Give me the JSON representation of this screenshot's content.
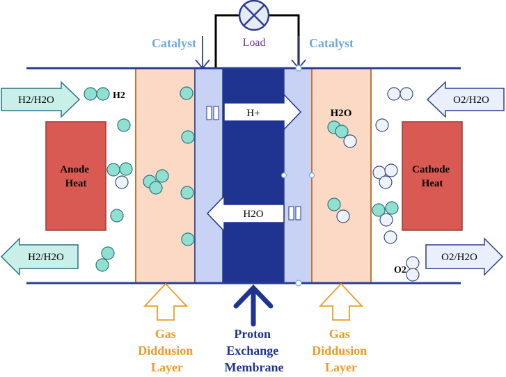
{
  "colors": {
    "rail": "#2b3d91",
    "gdl_fill": "#fbd9c4",
    "gdl_stroke": "#c0763a",
    "catalyst_fill": "#c7d2f5",
    "membrane_fill": "#1f3391",
    "heat_fill": "#d95a52",
    "heat_stroke": "#9a3a34",
    "hydrogen_fill": "#8fe0cf",
    "oxygen_fill": "#eef2fb",
    "inlet_arrow_fill": "#c9f0e8",
    "outlet_arrow_fill": "#e9f0fb",
    "orange_text": "#ee9a2a",
    "navy_text": "#1f3391",
    "catalyst_text": "#6fa8d8",
    "load_text": "#7b2fa0"
  },
  "labels": {
    "load": "Load",
    "catalyst_left": "Catalyst",
    "catalyst_right": "Catalyst",
    "anode_in": "H2/H2O",
    "anode_out": "H2/H2O",
    "cathode_in": "O2/H2O",
    "cathode_out": "O2/H2O",
    "h2": "H2",
    "o2": "O2",
    "h2o_cathode": "H2O",
    "proton": "H+",
    "water_back": "H2O",
    "anode_heat": [
      "Anode",
      "Heat"
    ],
    "cathode_heat": [
      "Cathode",
      "Heat"
    ],
    "gdl_left": [
      "Gas",
      "Diddusion",
      "Layer"
    ],
    "pem": [
      "Proton",
      "Exchange",
      "Membrane"
    ],
    "gdl_right": [
      "Gas",
      "Diddusion",
      "Layer"
    ]
  },
  "icons": [
    "lamp-icon",
    "down-arrow-icon",
    "up-arrow-icon",
    "right-arrow-icon",
    "left-arrow-icon"
  ]
}
